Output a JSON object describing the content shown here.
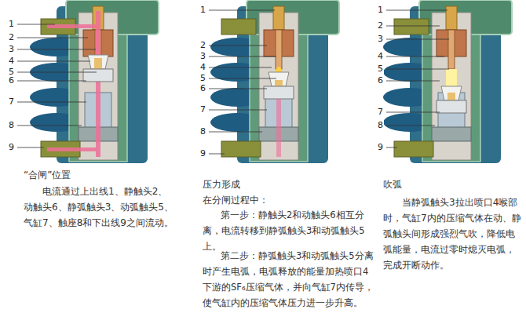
{
  "diagram": {
    "labels": [
      "1",
      "2",
      "3",
      "4",
      "5",
      "6",
      "7",
      "8",
      "9",
      "“合闸”位置",
      "电流通过上出线1、静触头2、动触头6、静弧触头3、动弧触头5、气缸7、触座8和下出线9之间流动。",
      "1",
      "2",
      "3",
      "4",
      "5",
      "6",
      "7",
      "8",
      "9",
      "压力形成",
      "在分闸过程中：",
      "第一步：静触头2和动触头6相互分离，电流转移到静弧触头3和动弧触头5上。",
      "第二步：静弧触头3和动弧触头5分离时产生电弧，电弧释放的能量加热喷口4下游的SF₆压缩气体，并向气缸7内传导，使气缸内的压缩气体压力进一步升高。",
      "1",
      "2",
      "3",
      "4",
      "5",
      "6",
      "7",
      "8",
      "9",
      "吹弧",
      "当静弧触头3拉出喷口4喉部时，气缸7内的压缩气体在动、静弧触头间形成强烈气吹，降低电弧能量，电流过零时熄灭电弧，完成开断动作。"
    ]
  }
}
